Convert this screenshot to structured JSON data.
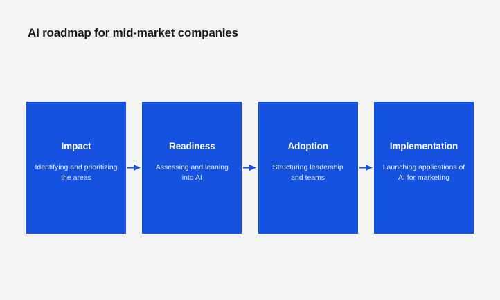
{
  "page": {
    "title": "AI roadmap for mid-market companies",
    "background_color": "#f4f4f4",
    "title_color": "#1a1a1a"
  },
  "theme": {
    "card_color": "#1552e0",
    "card_title_color": "#ffffff",
    "card_text_color": "#e6ecfb",
    "arrow_color": "#1552e0"
  },
  "diagram": {
    "type": "process-flow",
    "orientation": "horizontal",
    "step_count": 4,
    "connector_icon": "arrow-right-icon",
    "steps": [
      {
        "title": "Impact",
        "description": "Identifying and prioritizing the areas"
      },
      {
        "title": "Readiness",
        "description": "Assessing and leaning into AI"
      },
      {
        "title": "Adoption",
        "description": "Structuring leadership and teams"
      },
      {
        "title": "Implementation",
        "description": "Launching applications of AI for marketing"
      }
    ]
  }
}
